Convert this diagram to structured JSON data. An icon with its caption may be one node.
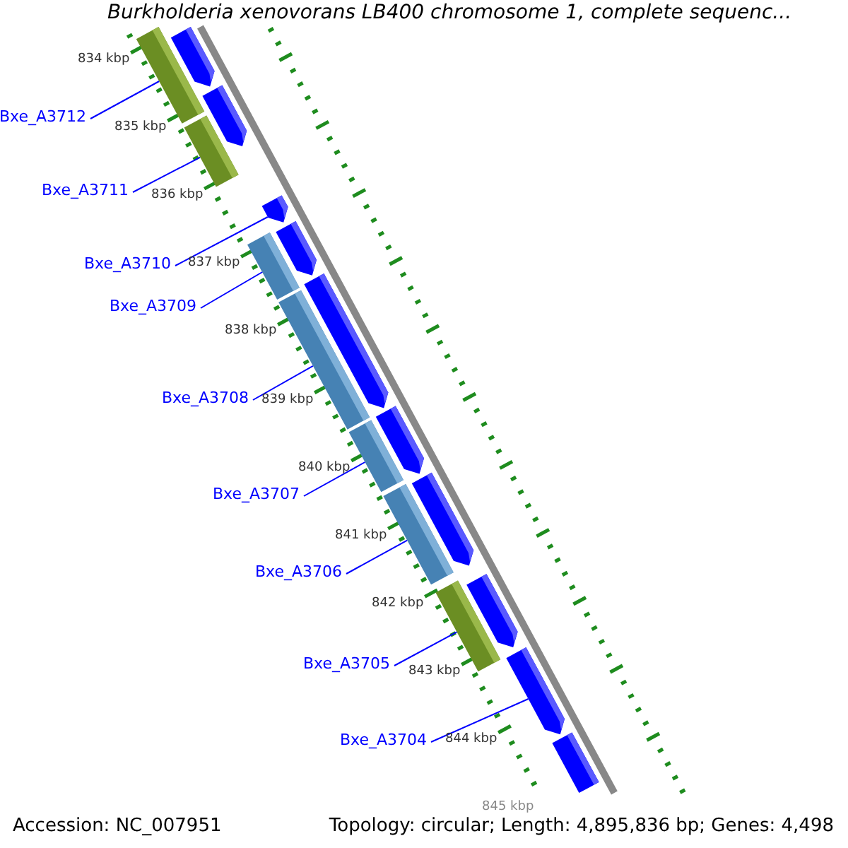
{
  "diagram": {
    "title": "Burkholderia xenovorans LB400 chromosome 1, complete sequenc...",
    "nodes": [
      {
        "text": [
          "Bxe_A3712"
        ]
      },
      {
        "text": [
          "Bxe_A3711"
        ]
      },
      {
        "text": [
          "Bxe_A3710"
        ]
      },
      {
        "text": [
          "Bxe_A3709"
        ]
      },
      {
        "text": [
          "Bxe_A3708"
        ]
      },
      {
        "text": [
          "Bxe_A3707"
        ]
      },
      {
        "text": [
          "Bxe_A3706"
        ]
      },
      {
        "text": [
          "Bxe_A3705"
        ]
      },
      {
        "text": [
          "Bxe_A3704"
        ]
      },
      {
        "text": [],
        "shape": "bar"
      },
      {
        "text": [],
        "shape": "pentagon"
      },
      {
        "text": [],
        "shape": "pentagon"
      },
      {
        "text": [],
        "shape": "bar"
      },
      {
        "text": [],
        "shape": "pentagon"
      },
      {
        "text": [],
        "shape": "pentagon"
      },
      {
        "text": [],
        "shape": "bar"
      },
      {
        "text": [],
        "shape": "pentagon"
      },
      {
        "text": [],
        "shape": "bar"
      },
      {
        "text": [],
        "shape": "pentagon"
      },
      {
        "text": [],
        "shape": "bar"
      },
      {
        "text": [],
        "shape": "pentagon"
      },
      {
        "text": [],
        "shape": "bar"
      },
      {
        "text": [],
        "shape": "pentagon"
      },
      {
        "text": [],
        "shape": "bar"
      },
      {
        "text": [],
        "shape": "pentagon"
      },
      {
        "text": [],
        "shape": "pentagon"
      }
    ],
    "edges": [
      {
        "from": 0,
        "to": 9,
        "arrow": "none"
      },
      {
        "from": 1,
        "to": 12,
        "arrow": "none"
      },
      {
        "from": 2,
        "to": 13,
        "arrow": "none"
      },
      {
        "from": 3,
        "to": 15,
        "arrow": "none"
      },
      {
        "from": 4,
        "to": 17,
        "arrow": "none"
      },
      {
        "from": 5,
        "to": 19,
        "arrow": "none"
      },
      {
        "from": 6,
        "to": 21,
        "arrow": "none"
      },
      {
        "from": 7,
        "to": 23,
        "arrow": "none"
      },
      {
        "from": 8,
        "to": 24,
        "arrow": "none"
      }
    ],
    "labels": [
      "834 kbp",
      "835 kbp",
      "836 kbp",
      "837 kbp",
      "838 kbp",
      "839 kbp",
      "840 kbp",
      "841 kbp",
      "842 kbp",
      "843 kbp",
      "844 kbp",
      "845 kbp",
      "Accession: NC_007951",
      "Topology: circular; Length: 4,895,836 bp; Genes: 4,498"
    ]
  }
}
